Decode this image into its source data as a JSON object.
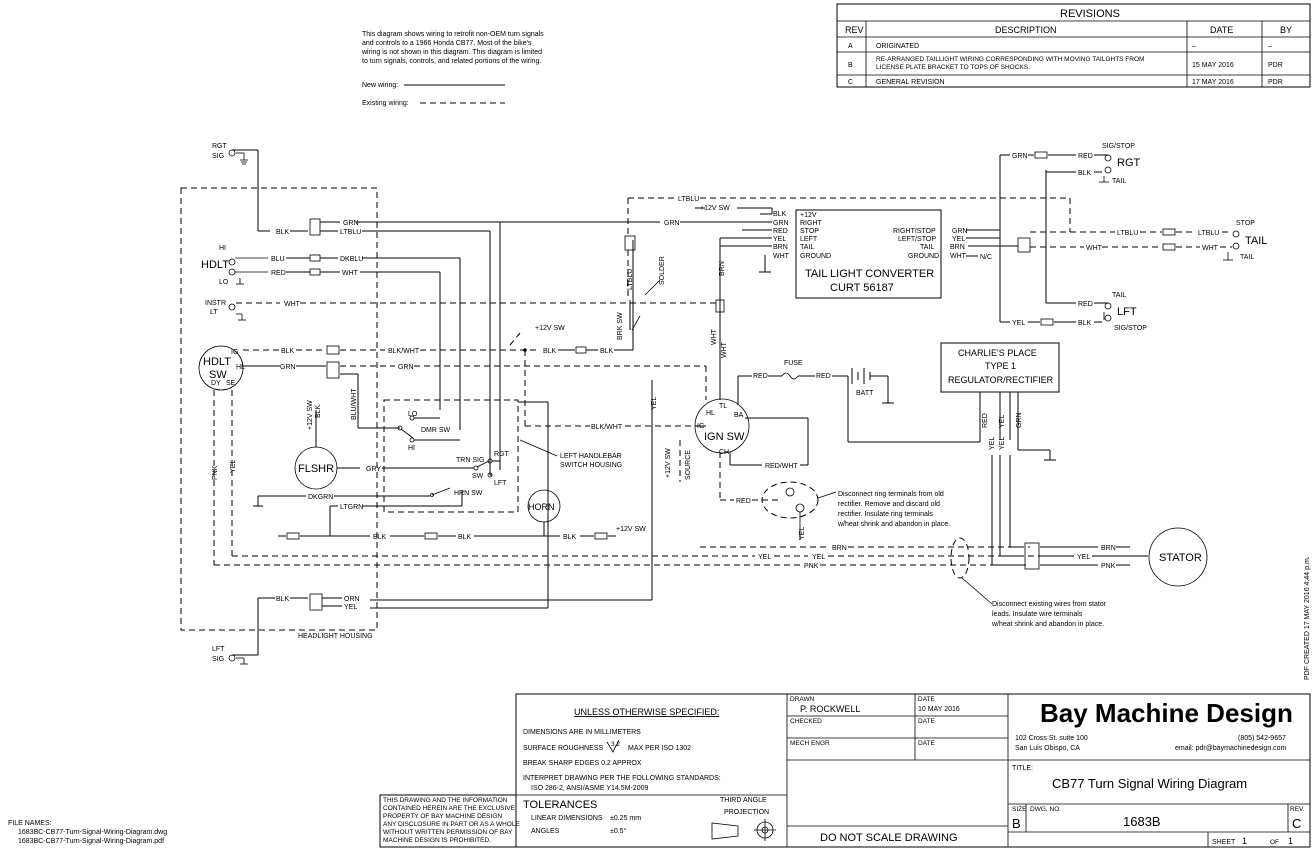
{
  "notes": {
    "intro": [
      "This diagram shows wiring to retrofit non-OEM turn signals",
      "and controls to a 1966 Honda CB77.  Most of the bike's",
      "wiring is not shown in this diagram.  This diagram is limited",
      "to turn signals, controls, and related portions of the wiring."
    ],
    "new_wiring": "New wiring:",
    "existing_wiring": "Existing wiring:",
    "ring_note": [
      "Disconnect ring terminals from old",
      "rectifier.  Remove and discard old",
      "rectifier.  Insulate ring terminals",
      "w/heat shrink and abandon in place."
    ],
    "stator_note": [
      "Disconnect existing wires from stator",
      "leads.  Insulate wire terminals",
      "w/heat shrink and abandon in place."
    ],
    "pdf_created": "PDF CREATED 17 MAY 2016    4:44 p.m."
  },
  "revisions": {
    "title": "REVISIONS",
    "headers": [
      "REV",
      "DESCRIPTION",
      "DATE",
      "BY"
    ],
    "rows": [
      {
        "rev": "A",
        "desc": [
          "ORIGINATED"
        ],
        "date": "–",
        "by": "–"
      },
      {
        "rev": "B",
        "desc": [
          "RE-ARRANGED TAILLIGHT WIRING CORRESPONDING WITH MOVING TAILGHTS FROM",
          "LICENSE PLATE BRACKET TO TOPS OF SHOCKS."
        ],
        "date": "15 MAY 2016",
        "by": "PDR"
      },
      {
        "rev": "C",
        "desc": [
          "GENERAL REVISION"
        ],
        "date": "17 MAY 2016",
        "by": "PDR"
      }
    ]
  },
  "components": {
    "rgt_sig": [
      "RGT",
      "SIG"
    ],
    "lft_sig": [
      "LFT",
      "SIG"
    ],
    "hdlt": "HDLT",
    "hi": "HI",
    "lo": "LO",
    "instr_lt": [
      "INSTR",
      "LT"
    ],
    "hdlt_sw": [
      "HDLT",
      "SW"
    ],
    "hdlt_sw_pins": [
      "IG",
      "HL",
      "DY",
      "SE"
    ],
    "flshr": "FLSHR",
    "horn": "HORN",
    "dmr_sw": "DMR SW",
    "dmr_lo": "LO",
    "dmr_hi": "HI",
    "trn_sig_sw": [
      "TRN SIG",
      "SW"
    ],
    "trn_rgt": "RGT",
    "trn_lft": "LFT",
    "hrn_sw": "HRN SW",
    "left_handlebar": [
      "LEFT HANDLEBAR",
      "SWITCH HOUSING"
    ],
    "headlight_housing": "HEADLIGHT HOUSING",
    "ign_sw": "IGN SW",
    "ign_pins": [
      "TL",
      "HL",
      "BA",
      "IG",
      "CH"
    ],
    "fuse": "FUSE",
    "batt": "BATT",
    "tail_converter": [
      "TAIL LIGHT CONVERTER",
      "CURT 56187"
    ],
    "tlc_inputs": [
      "+12V",
      "RIGHT",
      "STOP",
      "LEFT",
      "TAIL",
      "GROUND"
    ],
    "tlc_outputs": [
      "RIGHT/STOP",
      "LEFT/STOP",
      "TAIL",
      "GROUND"
    ],
    "regulator": [
      "CHARLIE'S PLACE",
      "TYPE 1",
      "REGULATOR/RECTIFIER"
    ],
    "stator": "STATOR",
    "rgt_tail": [
      "SIG/STOP",
      "RGT",
      "TAIL"
    ],
    "lft_tail": [
      "TAIL",
      "LFT",
      "SIG/STOP"
    ],
    "stop_tail": [
      "STOP",
      "TAIL",
      "TAIL"
    ],
    "solder": "SOLDER",
    "brk_sw": "BRK SW",
    "source": "SOURCE",
    "n_c": "N/C"
  },
  "wires": {
    "blk": "BLK",
    "grn": "GRN",
    "ltblu": "LTBLU",
    "blu": "BLU",
    "dkblu": "DKBLU",
    "red": "RED",
    "wht": "WHT",
    "yel": "YEL",
    "brn": "BRN",
    "pnk": "PNK",
    "orn": "ORN",
    "gry": "GRY",
    "dkgrn": "DKGRN",
    "ltgrn": "LTGRN",
    "blkwht": "BLK/WHT",
    "bluwht": "BLU/WHT",
    "redwht": "RED/WHT",
    "v12sw": "+12V SW"
  },
  "title_block": {
    "unless": "UNLESS OTHERWISE SPECIFIED:",
    "spec_lines": [
      "DIMENSIONS ARE IN MILLIMETERS",
      "SURFACE ROUGHNESS",
      "MAX PER ISO 1302",
      "BREAK SHARP EDGES 0.2 APPROX",
      "INTERPRET DRAWING PER THE FOLLOWING STANDARDS:",
      "ISO 286-2, ANSI/ASME Y14.5M-2009"
    ],
    "roughness": "3.2",
    "tolerances": "TOLERANCES",
    "linear": "LINEAR DIMENSIONS",
    "linear_val": "±0.25  mm",
    "angles": "ANGLES",
    "angles_val": "±0.5°",
    "third_angle": [
      "THIRD ANGLE",
      "PROJECTION"
    ],
    "property": [
      "THIS DRAWING AND THE INFORMATION",
      "CONTAINED HEREIN ARE THE EXCLUSIVE",
      "PROPERTY OF BAY MACHINE DESIGN",
      "ANY DISCLOSURE IN PART OR AS A WHOLE",
      "WITHOUT WRITTEN PERMISSION OF BAY",
      "MACHINE DESIGN IS PROHIBITED."
    ],
    "drawn_label": "DRAWN",
    "drawn_by": "P. ROCKWELL",
    "checked": "CHECKED",
    "mech_engr": "MECH ENGR",
    "date_label": "DATE",
    "drawn_date": "10 MAY 2016",
    "do_not_scale": "DO NOT SCALE DRAWING",
    "company": "Bay Machine Design",
    "address1": "102 Cross St. suite 100",
    "address2": "San Luis Obispo, CA",
    "phone": "(805)  542-9657",
    "email": "email: pdr@baymachinedesign.com",
    "title_label": "TITLE:",
    "title": "CB77  Turn  Signal  Wiring  Diagram",
    "size_label": "SIZE",
    "size": "B",
    "dwg_label": "DWG. NO.",
    "dwg_no": "1683B",
    "rev_label": "REV.",
    "rev": "C",
    "sheet": "SHEET",
    "sheet_no": "1",
    "of": "OF",
    "of_no": "1"
  },
  "file_names": {
    "label": "FILE NAMES:",
    "files": [
      "1683BC-CB77-Turn-Signal-Wiring-Diagram.dwg",
      "1683BC-CB77-Turn-Signal-Wiring-Diagram.pdf"
    ]
  }
}
